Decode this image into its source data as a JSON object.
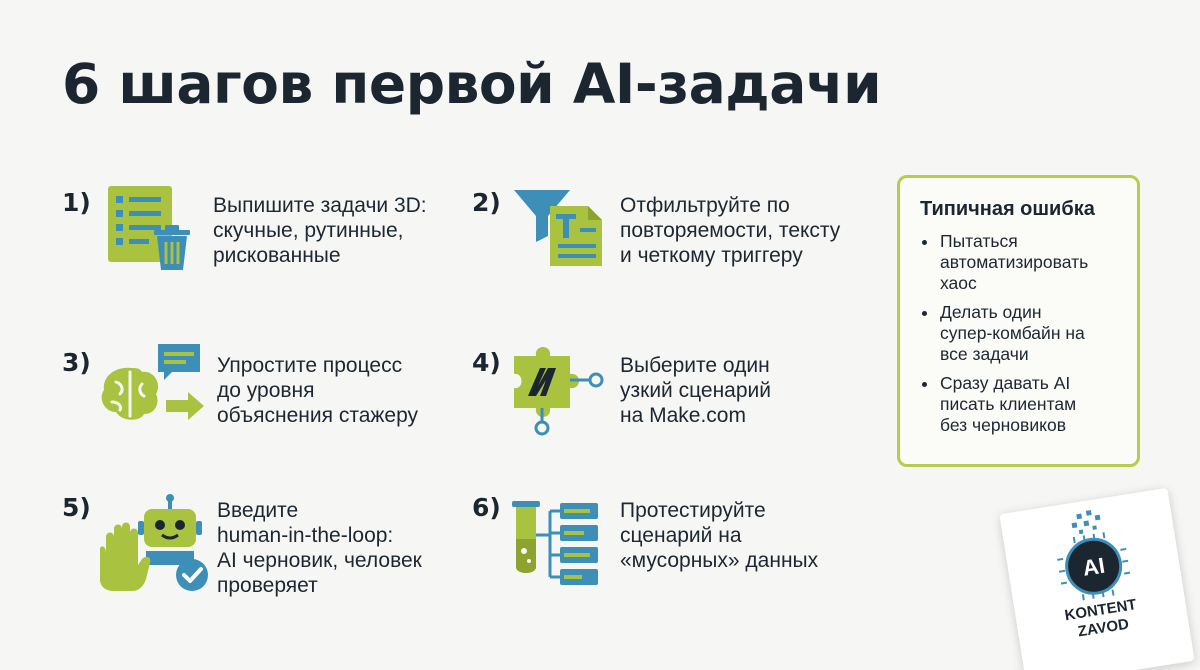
{
  "title": "6 шагов первой AI-задачи",
  "colors": {
    "accent_green": "#a9c23f",
    "accent_blue": "#3e8fb8",
    "dark": "#1c2631"
  },
  "steps": [
    {
      "num": "1)",
      "icon": "checklist-with-trash-icon",
      "lines": [
        "Выпишите задачи 3D:",
        "скучные, рутинные,",
        "рискованные"
      ]
    },
    {
      "num": "2)",
      "icon": "funnel-document-icon",
      "lines": [
        "Отфильтруйте по",
        "повторяемости, тексту",
        "и четкому триггеру"
      ]
    },
    {
      "num": "3)",
      "icon": "brain-chat-arrow-icon",
      "lines": [
        "Упростите процесс",
        "до уровня",
        "объяснения стажеру"
      ]
    },
    {
      "num": "4)",
      "icon": "puzzle-make-logo-icon",
      "lines": [
        "Выберите один",
        "узкий сценарий",
        "на Make.com"
      ]
    },
    {
      "num": "5)",
      "icon": "hand-robot-check-icon",
      "lines": [
        "Введите",
        "human-in-the-loop:",
        "AI черновик, человек",
        "проверяет"
      ]
    },
    {
      "num": "6)",
      "icon": "test-tube-data-icon",
      "lines": [
        "Протестируйте",
        "сценарий на",
        "«мусорных» данных"
      ]
    }
  ],
  "mistakes": {
    "title": "Типичная ошибка",
    "items": [
      [
        "Пытаться",
        "автоматизировать",
        "хаос"
      ],
      [
        "Делать один",
        "супер-комбайн на",
        "все задачи"
      ],
      [
        "Сразу давать AI",
        "писать клиентам",
        "без черновиков"
      ]
    ]
  },
  "badge": {
    "chip_label": "AI",
    "brand_lines": [
      "KONTENT",
      "ZAVOD"
    ]
  }
}
